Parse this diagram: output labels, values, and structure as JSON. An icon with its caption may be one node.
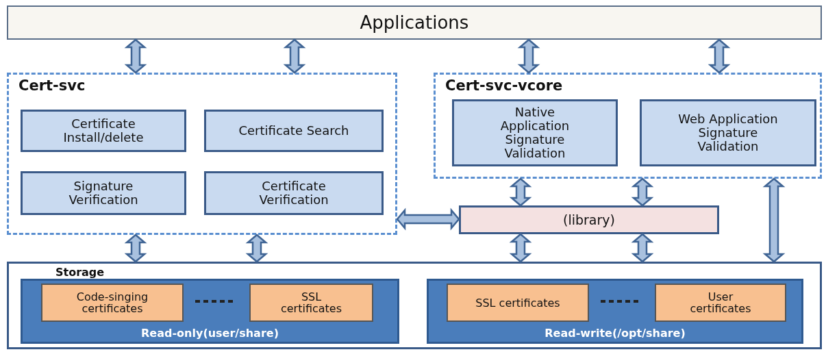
{
  "diagram": {
    "nodes": [
      {
        "text": [
          "Applications"
        ]
      },
      {
        "text": [
          "Cert-svc"
        ]
      },
      {
        "text": [
          "Certificate Install/delete"
        ],
        "in": 1
      },
      {
        "text": [
          "Certificate Search"
        ],
        "in": 1
      },
      {
        "text": [
          "Signature Verification"
        ],
        "in": 1
      },
      {
        "text": [
          "Certificate Verification"
        ],
        "in": 1
      },
      {
        "text": [
          "Cert-svc-vcore"
        ]
      },
      {
        "text": [
          "Native Application Signature Validation"
        ],
        "in": 6
      },
      {
        "text": [
          "Web Application Signature Validation"
        ],
        "in": 6
      },
      {
        "text": [
          "(library)"
        ]
      },
      {
        "text": [
          "Storage"
        ]
      },
      {
        "text": [
          "Read-only(user/share)"
        ],
        "in": 10
      },
      {
        "text": [
          "Code-singing certificates"
        ],
        "in": 11
      },
      {
        "text": [
          "SSL certificates"
        ],
        "in": 11
      },
      {
        "text": [
          "Read-write(/opt/share)"
        ],
        "in": 10
      },
      {
        "text": [
          "SSL certificates"
        ],
        "in": 14
      },
      {
        "text": [
          "User certificates"
        ],
        "in": 14
      }
    ],
    "edges": [
      {
        "from": 0,
        "to": 1,
        "arrow": "both"
      },
      {
        "from": 0,
        "to": 1,
        "arrow": "both"
      },
      {
        "from": 0,
        "to": 6,
        "arrow": "both"
      },
      {
        "from": 0,
        "to": 6,
        "arrow": "both"
      },
      {
        "from": 6,
        "to": 9,
        "arrow": "both"
      },
      {
        "from": 6,
        "to": 9,
        "arrow": "both"
      },
      {
        "from": 1,
        "to": 9,
        "arrow": "both"
      },
      {
        "from": 6,
        "to": 10,
        "arrow": "both"
      },
      {
        "from": 1,
        "to": 10,
        "arrow": "both"
      },
      {
        "from": 1,
        "to": 10,
        "arrow": "both"
      },
      {
        "from": 9,
        "to": 10,
        "arrow": "both"
      },
      {
        "from": 9,
        "to": 10,
        "arrow": "both"
      }
    ]
  }
}
